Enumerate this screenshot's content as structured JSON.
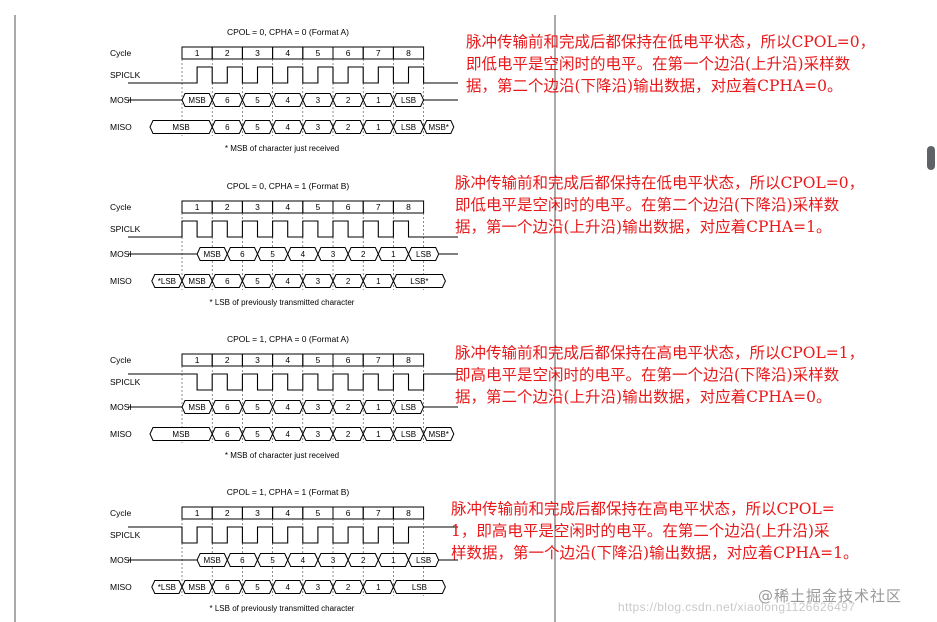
{
  "diagrams": [
    {
      "title": "CPOL = 0, CPHA = 0 (Format A)",
      "cycle_label": "Cycle",
      "clk_label": "SPICLK",
      "mosi_label": "MOSI",
      "miso_label": "MISO",
      "cycles": [
        "1",
        "2",
        "3",
        "4",
        "5",
        "6",
        "7",
        "8"
      ],
      "mosi": [
        "MSB",
        "6",
        "5",
        "4",
        "3",
        "2",
        "1",
        "LSB"
      ],
      "miso": [
        "MSB",
        "6",
        "5",
        "4",
        "3",
        "2",
        "1",
        "LSB",
        "MSB*"
      ],
      "footnote": "* MSB of character just received",
      "cpol": 0,
      "cpha": 0
    },
    {
      "title": "CPOL = 0, CPHA = 1 (Format B)",
      "cycle_label": "Cycle",
      "clk_label": "SPICLK",
      "mosi_label": "MOSI",
      "miso_label": "MISO",
      "cycles": [
        "1",
        "2",
        "3",
        "4",
        "5",
        "6",
        "7",
        "8"
      ],
      "mosi": [
        "MSB",
        "6",
        "5",
        "4",
        "3",
        "2",
        "1",
        "LSB"
      ],
      "miso": [
        "*LSB",
        "MSB",
        "6",
        "5",
        "4",
        "3",
        "2",
        "1",
        "LSB*"
      ],
      "footnote": "* LSB of previously transmitted character",
      "cpol": 0,
      "cpha": 1
    },
    {
      "title": "CPOL = 1, CPHA = 0 (Format A)",
      "cycle_label": "Cycle",
      "clk_label": "SPICLK",
      "mosi_label": "MOSI",
      "miso_label": "MISO",
      "cycles": [
        "1",
        "2",
        "3",
        "4",
        "5",
        "6",
        "7",
        "8"
      ],
      "mosi": [
        "MSB",
        "6",
        "5",
        "4",
        "3",
        "2",
        "1",
        "LSB"
      ],
      "miso": [
        "MSB",
        "6",
        "5",
        "4",
        "3",
        "2",
        "1",
        "LSB",
        "MSB*"
      ],
      "footnote": "* MSB of character just received",
      "cpol": 1,
      "cpha": 0
    },
    {
      "title": "CPOL = 1, CPHA = 1 (Format B)",
      "cycle_label": "Cycle",
      "clk_label": "SPICLK",
      "mosi_label": "MOSI",
      "miso_label": "MISO",
      "cycles": [
        "1",
        "2",
        "3",
        "4",
        "5",
        "6",
        "7",
        "8"
      ],
      "mosi": [
        "MSB",
        "6",
        "5",
        "4",
        "3",
        "2",
        "1",
        "LSB"
      ],
      "miso": [
        "*LSB",
        "MSB",
        "6",
        "5",
        "4",
        "3",
        "2",
        "1",
        "LSB"
      ],
      "footnote": "* LSB of previously transmitted character",
      "cpol": 1,
      "cpha": 1
    }
  ],
  "annotations": [
    {
      "lines": [
        "脉冲传输前和完成后都保持在低电平状态，所以CPOL=0，",
        "即低电平是空闲时的电平。在第一个边沿(上升沿)采样数",
        "据，第二个边沿(下降沿)输出数据，对应着CPHA=0。"
      ]
    },
    {
      "lines": [
        "脉冲传输前和完成后都保持在低电平状态，所以CPOL=0，",
        "即低电平是空闲时的电平。在第二个边沿(下降沿)采样数",
        "据，第一个边沿(上升沿)输出数据，对应着CPHA=1。"
      ]
    },
    {
      "lines": [
        "脉冲传输前和完成后都保持在高电平状态，所以CPOL=1，",
        "即高电平是空闲时的电平。在第一个边沿(下降沿)采样数",
        "据，第二个边沿(上升沿)输出数据，对应着CPHA=0。"
      ]
    },
    {
      "lines": [
        "脉冲传输前和完成后都保持在高电平状态，所以CPOL=",
        "1，即高电平是空闲时的电平。在第二个边沿(上升沿)采",
        "样数据，第一个边沿(下降沿)输出数据，对应着CPHA=1。"
      ]
    }
  ],
  "watermarks": {
    "csdn": "https://blog.csdn.net/xiaolong1126626497",
    "juejin": "@稀土掘金技术社区"
  },
  "colors": {
    "annotation": "#e8191b",
    "line": "#000000"
  }
}
